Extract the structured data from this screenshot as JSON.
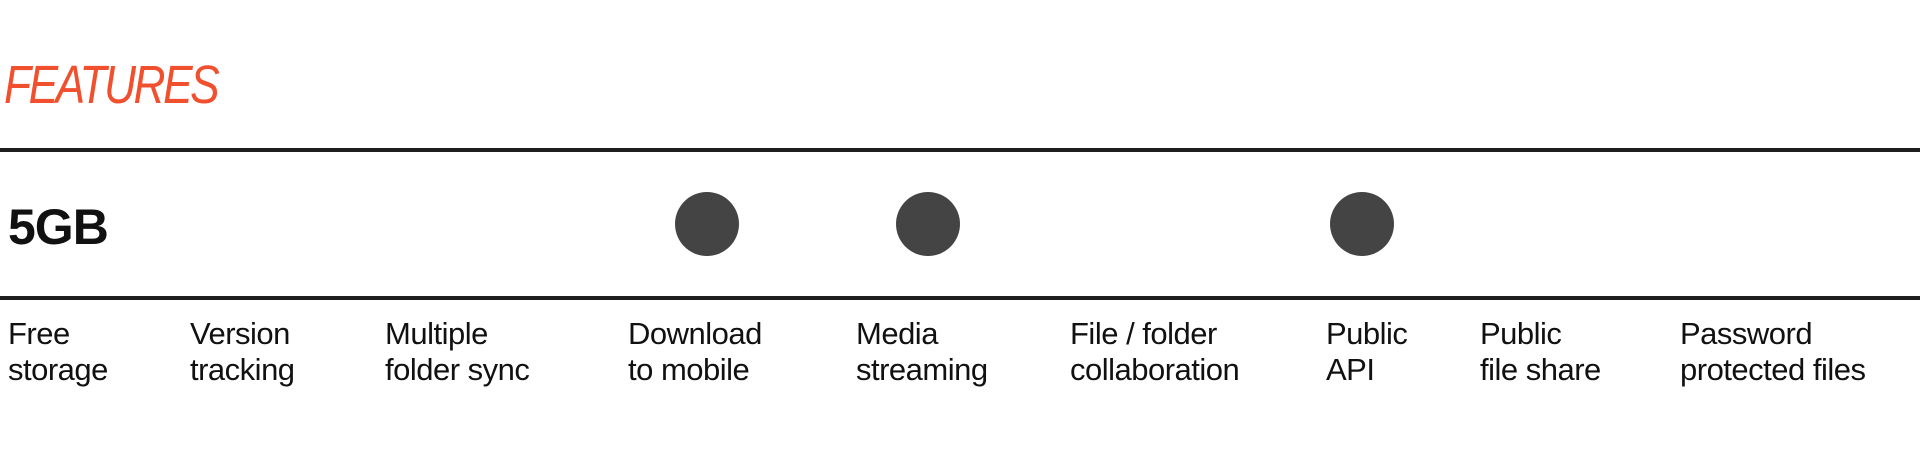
{
  "heading": "FEATURES",
  "colors": {
    "heading": "#f0502d",
    "dot": "#444444",
    "rule": "#1e1e1e"
  },
  "plan": {
    "storage": "5GB"
  },
  "features": [
    {
      "line1": "Free",
      "line2": "storage",
      "included": false
    },
    {
      "line1": "Version",
      "line2": "tracking",
      "included": false
    },
    {
      "line1": "Multiple",
      "line2": "folder sync",
      "included": false
    },
    {
      "line1": "Download",
      "line2": "to mobile",
      "included": true
    },
    {
      "line1": "Media",
      "line2": "streaming",
      "included": true
    },
    {
      "line1": "File / folder",
      "line2": "collaboration",
      "included": false
    },
    {
      "line1": "Public",
      "line2": "API",
      "included": true
    },
    {
      "line1": "Public",
      "line2": "file share",
      "included": false
    },
    {
      "line1": "Password",
      "line2": "protected files",
      "included": false
    }
  ]
}
